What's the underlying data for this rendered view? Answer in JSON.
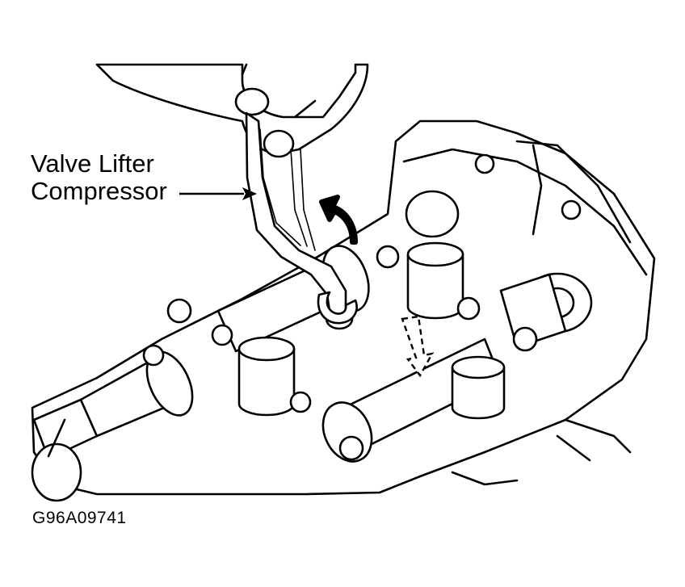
{
  "callout": {
    "line1": "Valve Lifter",
    "line2": "Compressor"
  },
  "figure_code": "G96A09741",
  "colors": {
    "ink": "#000000",
    "paper": "#ffffff"
  }
}
